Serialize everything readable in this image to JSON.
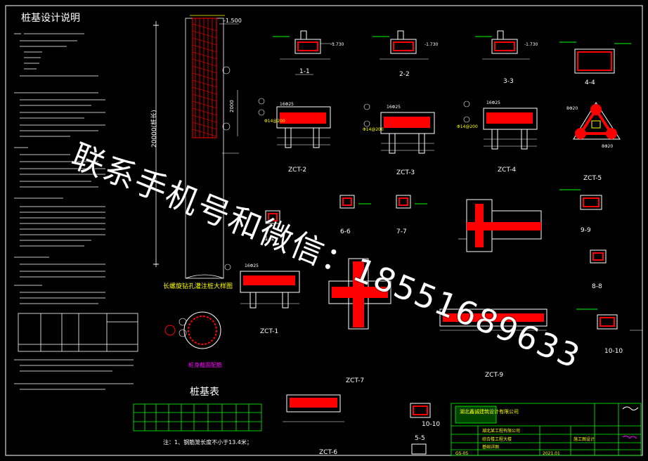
{
  "drawing": {
    "main_title": "桩基设计说明",
    "pile_table_title": "桩基表",
    "pile_table_note": "注：1、钢筋笼长度不小于13.4米；",
    "pile_elev_label": "长螺旋钻孔灌注桩大样图",
    "pile_section_label": "桩身截面配筋",
    "pile_length": "20000(桩长)",
    "top_elev": "-1.500",
    "dim_2000": "2000",
    "sections": [
      "1-1",
      "2-2",
      "3-3",
      "4-4",
      "6-6",
      "7-7",
      "9-9",
      "8-8",
      "10-10",
      "10-10",
      "5-5"
    ],
    "caps": [
      "ZCT-1",
      "ZCT-2",
      "ZCT-3",
      "ZCT-4",
      "ZCT-5",
      "ZCT-6",
      "ZCT-7",
      "ZCT-9"
    ],
    "elev_small": "-1.730",
    "rebar_a": "16Φ25",
    "rebar_b": "Φ14@200",
    "rebar_c": "8Φ20",
    "section_1_1_left": "1-1"
  },
  "title_block": {
    "company": "湖北鑫诚建筑设计有限公司",
    "client": "湖北某工程有限公司",
    "project": "综合楼工程大楼",
    "drawing_name": "基础详图",
    "drawing_no": "GS-05",
    "date": "2021.01",
    "stage": "施工图设计"
  },
  "watermark": {
    "line": "联系手机号和微信：18551689633"
  },
  "colors": {
    "background": "#000000",
    "line_white": "#ffffff",
    "line_yellow": "#ffff00",
    "line_green": "#00ff00",
    "line_cyan": "#00ffff",
    "fill_red": "#ff0000",
    "magenta": "#ff00ff"
  }
}
